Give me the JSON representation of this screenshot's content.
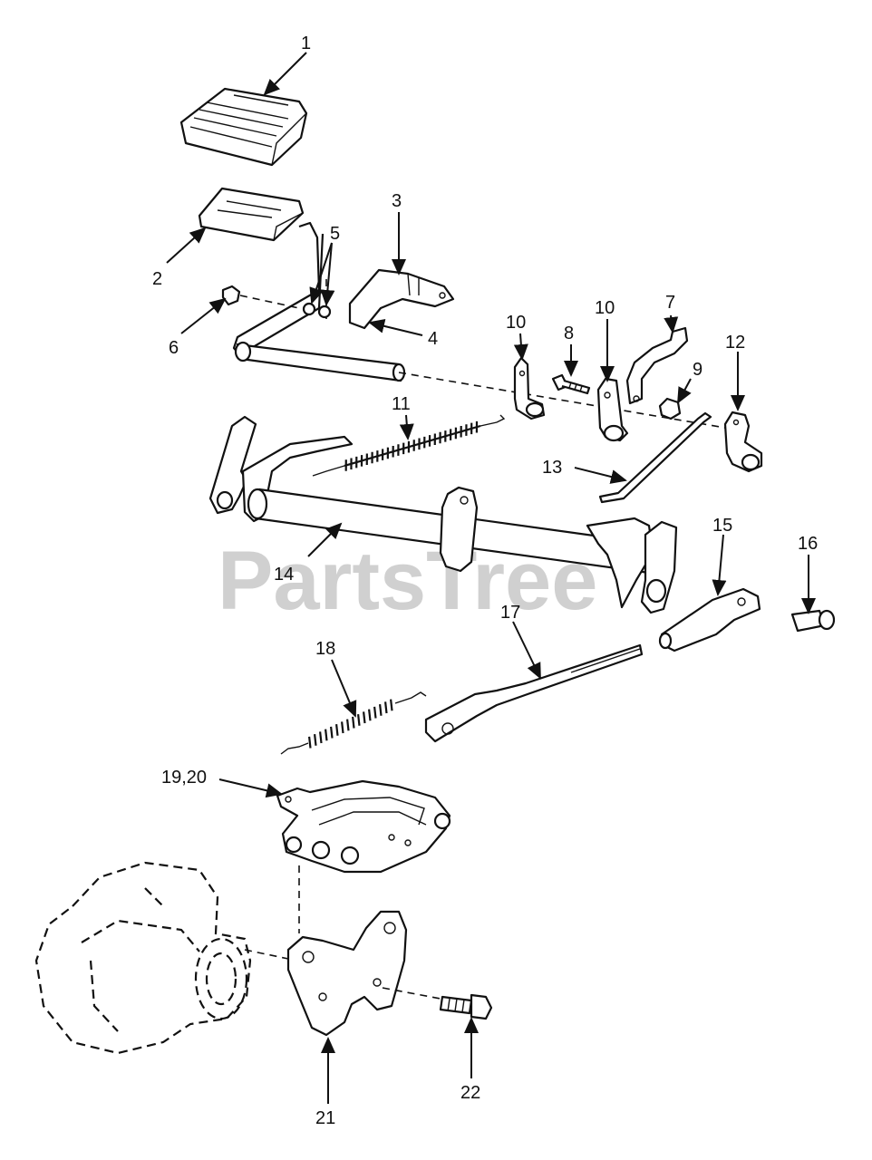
{
  "watermark": "PartsTree",
  "callouts": [
    {
      "id": "c1",
      "text": "1"
    },
    {
      "id": "c2",
      "text": "2"
    },
    {
      "id": "c3",
      "text": "3"
    },
    {
      "id": "c4",
      "text": "4"
    },
    {
      "id": "c5",
      "text": "5"
    },
    {
      "id": "c6",
      "text": "6"
    },
    {
      "id": "c7",
      "text": "7"
    },
    {
      "id": "c8",
      "text": "8"
    },
    {
      "id": "c9",
      "text": "9"
    },
    {
      "id": "c10a",
      "text": "10"
    },
    {
      "id": "c10b",
      "text": "10"
    },
    {
      "id": "c11",
      "text": "11"
    },
    {
      "id": "c12",
      "text": "12"
    },
    {
      "id": "c13",
      "text": "13"
    },
    {
      "id": "c14",
      "text": "14"
    },
    {
      "id": "c15",
      "text": "15"
    },
    {
      "id": "c16",
      "text": "16"
    },
    {
      "id": "c17",
      "text": "17"
    },
    {
      "id": "c18",
      "text": "18"
    },
    {
      "id": "c1920",
      "text": "19,20"
    },
    {
      "id": "c21",
      "text": "21"
    },
    {
      "id": "c22",
      "text": "22"
    }
  ]
}
